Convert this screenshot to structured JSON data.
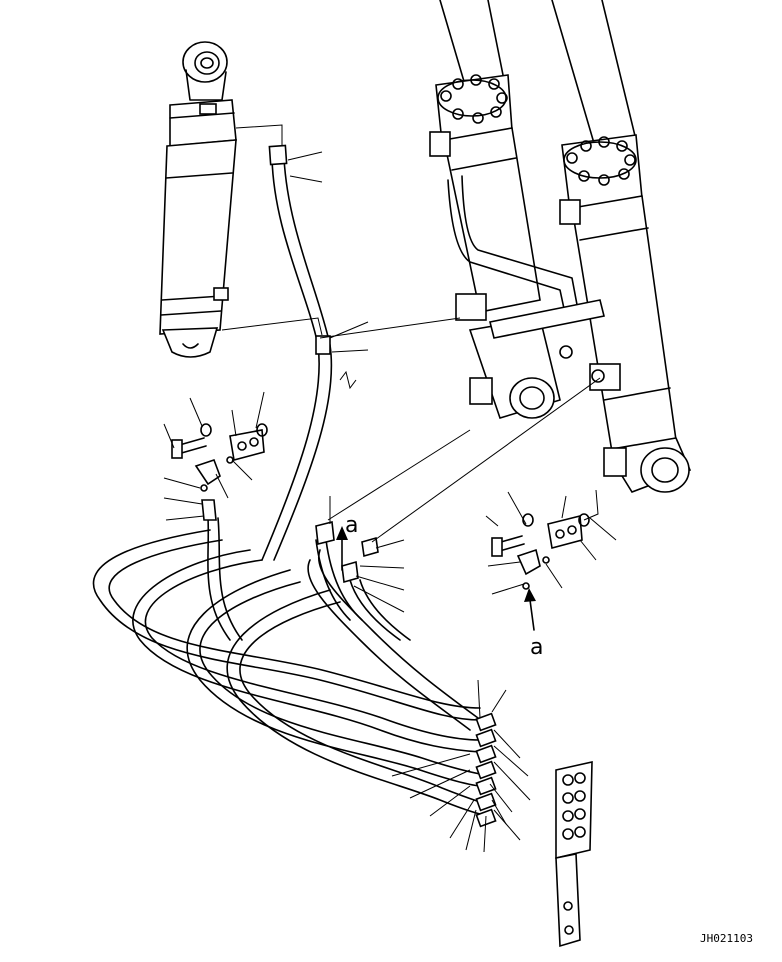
{
  "labels": {
    "view_a_upper": "a",
    "view_a_lower": "a"
  },
  "drawing_code": "JH021103"
}
